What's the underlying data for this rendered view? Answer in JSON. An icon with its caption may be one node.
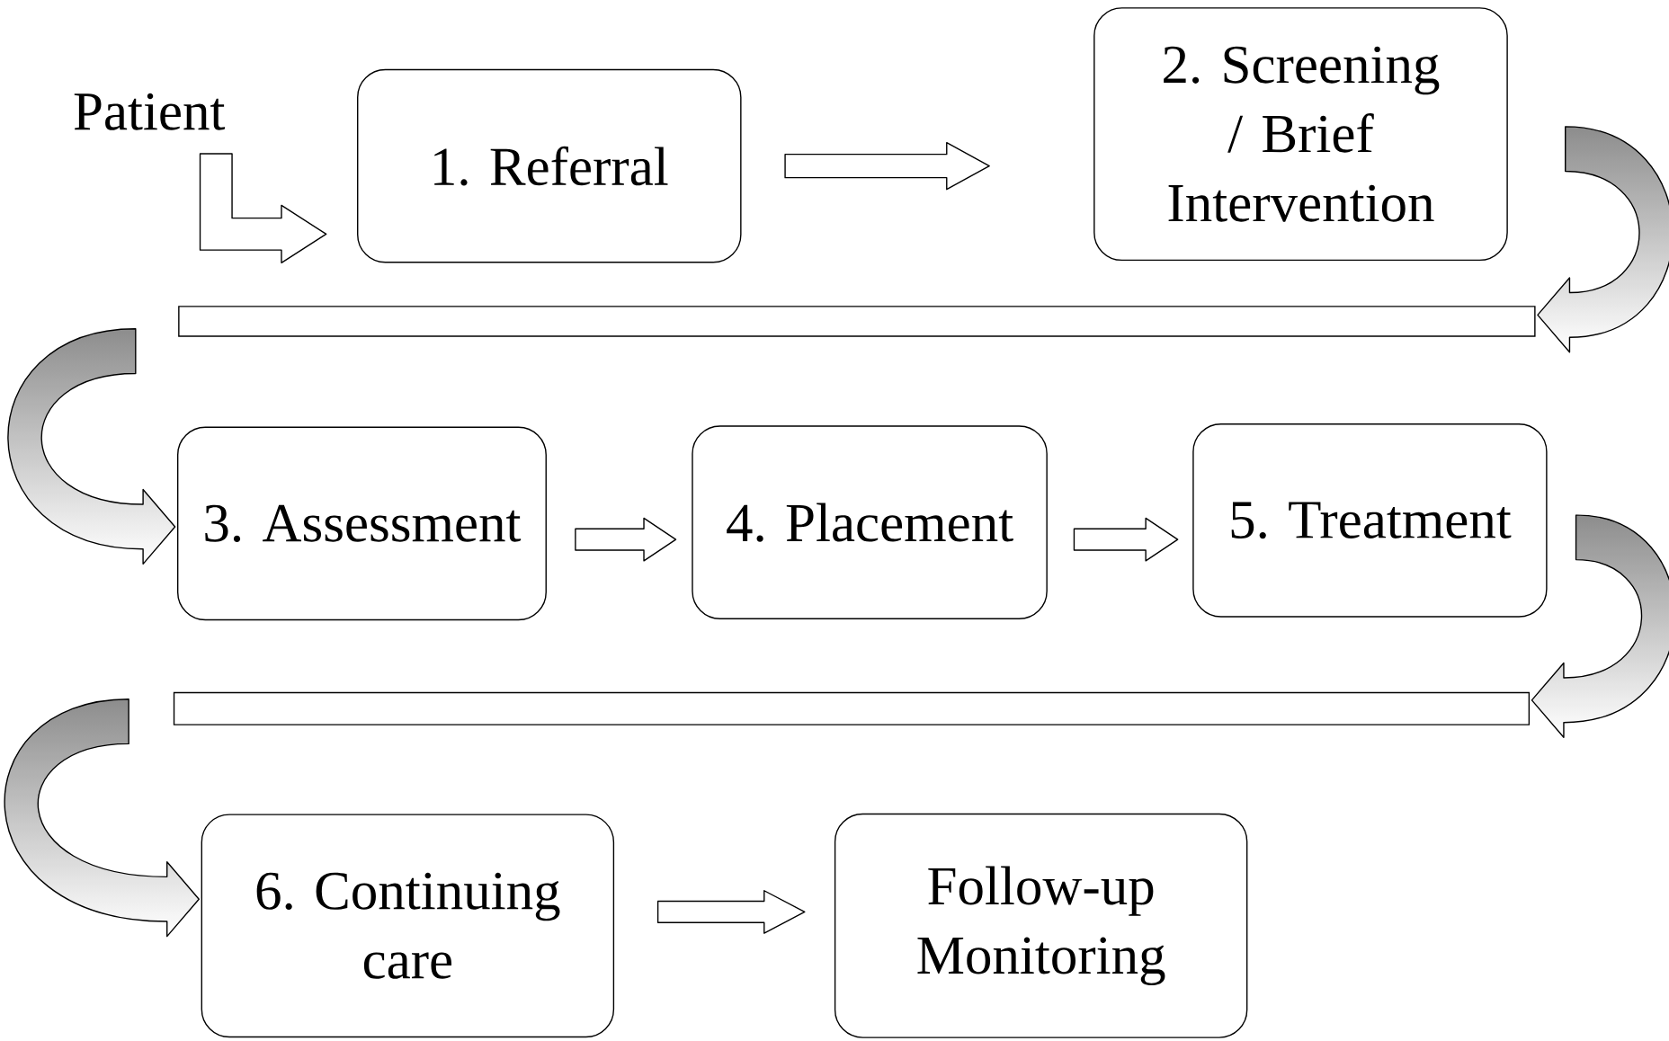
{
  "diagram": {
    "nodes": [
      {
        "text": [
          "Patient"
        ]
      },
      {
        "text": [
          "1. Referral"
        ]
      },
      {
        "text": [
          "2. Screening / Brief Intervention"
        ]
      },
      {
        "text": [],
        "shape": "bar"
      },
      {
        "text": [
          "3. Assessment"
        ]
      },
      {
        "text": [
          "4. Placement"
        ]
      },
      {
        "text": [
          "5. Treatment"
        ]
      },
      {
        "text": [],
        "shape": "bar"
      },
      {
        "text": [
          "6. Continuing care"
        ]
      },
      {
        "text": [
          "Follow-up Monitoring"
        ]
      }
    ],
    "edges": [
      {
        "from": 0,
        "to": 1,
        "arrow": "to"
      },
      {
        "from": 1,
        "to": 2,
        "arrow": "to"
      },
      {
        "from": 2,
        "to": 3,
        "arrow": "to"
      },
      {
        "from": 3,
        "to": 4,
        "arrow": "to"
      },
      {
        "from": 4,
        "to": 5,
        "arrow": "to"
      },
      {
        "from": 5,
        "to": 6,
        "arrow": "to"
      },
      {
        "from": 6,
        "to": 7,
        "arrow": "to"
      },
      {
        "from": 7,
        "to": 8,
        "arrow": "to"
      },
      {
        "from": 8,
        "to": 9,
        "arrow": "to"
      }
    ]
  }
}
